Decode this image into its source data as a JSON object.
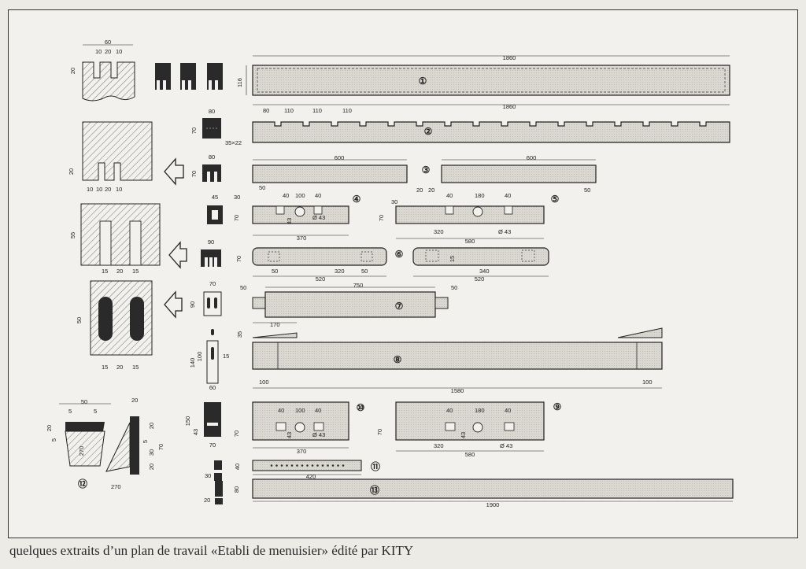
{
  "caption": "quelques extraits d’un plan de travail «Etabli de menuisier» édité par KITY",
  "colors": {
    "ink": "#222222",
    "board": "#d9d7d0",
    "paper": "#f2f1ed",
    "dark": "#2a2a2a"
  },
  "parts": {
    "p1": {
      "num": "①",
      "len": "1860",
      "h": "116"
    },
    "p2": {
      "num": "②",
      "len": "1860",
      "a": "80",
      "b": "110",
      "c": "110",
      "d": "110",
      "notch": "35×22",
      "sec_w": "80",
      "sec_h": "70"
    },
    "p3": {
      "num": "③",
      "l1": "600",
      "l2": "600",
      "a": "50",
      "b": "20",
      "c": "20",
      "d": "50",
      "sec_w": "80",
      "sec_h": "70"
    },
    "p4": {
      "num": "④",
      "a": "40",
      "b": "100",
      "c": "40",
      "len": "370",
      "hole": "Ø 43",
      "h": "70",
      "s": "43",
      "sec_w": "45",
      "sec_h": "30"
    },
    "p5": {
      "num": "⑤",
      "a": "40",
      "b": "180",
      "c": "40",
      "d": "320",
      "len": "580",
      "hole": "Ø 43",
      "h": "70",
      "s": "30"
    },
    "p6": {
      "num": "⑥",
      "a": "50",
      "b": "320",
      "c": "50",
      "len": "520",
      "d": "340",
      "len2": "520",
      "h": "70",
      "s": "15",
      "sec_w": "90"
    },
    "p7": {
      "num": "⑦",
      "a": "50",
      "len": "750",
      "b": "50",
      "sec_w": "70",
      "sec_h": "90"
    },
    "p8": {
      "num": "⑧",
      "w": "170",
      "h": "35",
      "a": "100",
      "len": "1580",
      "b": "100",
      "sec_h": "140",
      "sec_m": "100",
      "sec_s": "15",
      "sec_w": "60"
    },
    "p9": {
      "num": "⑨",
      "a": "40",
      "b": "180",
      "c": "40",
      "d": "320",
      "len": "580",
      "hole": "Ø 43",
      "s": "43",
      "h": "70"
    },
    "p10": {
      "num": "⑩",
      "a": "40",
      "b": "100",
      "c": "40",
      "len": "370",
      "hole": "Ø 43",
      "h": "70",
      "s": "43",
      "sec_h": "150",
      "sec_s": "43",
      "sec_w": "70"
    },
    "p11": {
      "num": "⑪",
      "len": "420",
      "h": "40",
      "s": "30"
    },
    "p12": {
      "num": "⑫",
      "w": "50",
      "a": "5",
      "b": "5",
      "h": "20",
      "c": "5",
      "d": "270",
      "e": "20",
      "f": "20",
      "g": "5",
      "i": "30",
      "j": "20",
      "k": "70",
      "l": "270"
    },
    "p13": {
      "num": "⑬",
      "len": "1900",
      "h": "80",
      "s": "20"
    }
  },
  "details": {
    "d1": {
      "w": "60",
      "a": "10",
      "b": "20",
      "c": "10",
      "h": "20"
    },
    "d2": {
      "h": "20",
      "a": "10",
      "b": "10",
      "c": "20",
      "d": "10"
    },
    "d3": {
      "h": "55",
      "a": "15",
      "b": "20",
      "c": "15"
    },
    "d4": {
      "h": "50",
      "a": "15",
      "b": "20",
      "c": "15"
    }
  }
}
